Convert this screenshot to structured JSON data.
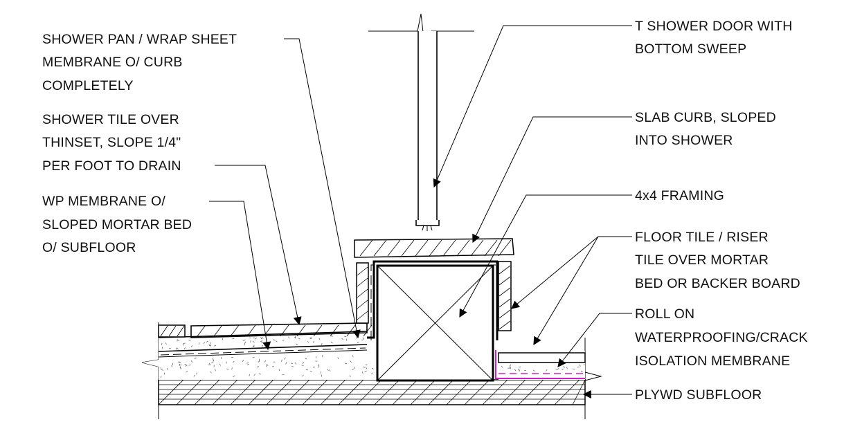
{
  "labels": {
    "shower_pan": [
      "SHOWER PAN / WRAP SHEET",
      "MEMBRANE O/ CURB",
      "COMPLETELY"
    ],
    "shower_tile": [
      "SHOWER TILE OVER",
      "THINSET, SLOPE 1/4\"",
      "PER FOOT TO DRAIN"
    ],
    "wp_membrane": [
      "WP MEMBRANE O/",
      "SLOPED MORTAR BED",
      "O/ SUBFLOOR"
    ],
    "shower_door": [
      "T SHOWER DOOR WITH",
      "BOTTOM SWEEP"
    ],
    "slab_curb": [
      "SLAB CURB, SLOPED",
      "INTO SHOWER"
    ],
    "framing": [
      "4x4 FRAMING"
    ],
    "floor_tile": [
      "FLOOR TILE / RISER",
      "TILE OVER MORTAR",
      "BED OR BACKER BOARD"
    ],
    "roll_on": [
      "ROLL ON",
      "WATERPROOFING/CRACK",
      "ISOLATION MEMBRANE"
    ],
    "plywood": [
      "PLYWD SUBFLOOR"
    ]
  },
  "colors": {
    "linework": "#000000",
    "crack_isolation_membrane": "#d020c8",
    "text": "#111111"
  }
}
